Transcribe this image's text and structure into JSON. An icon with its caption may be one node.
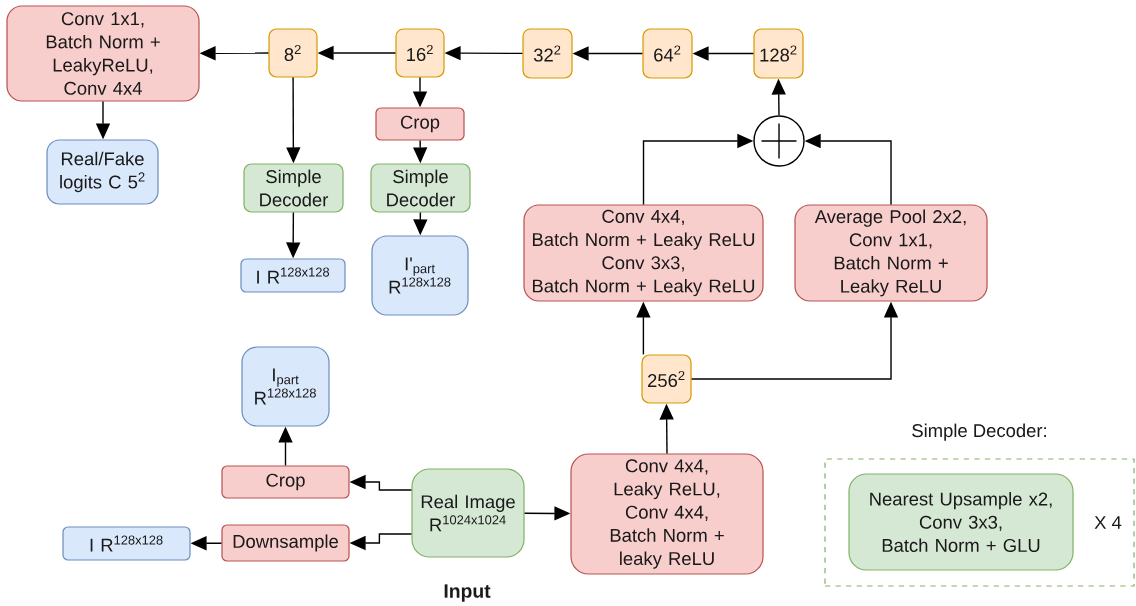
{
  "diagram": {
    "nodes": [
      {
        "text": [
          "Conv 1x1,",
          "Batch Norm + LeakyReLU,",
          "Conv 4x4"
        ]
      },
      {
        "text": [
          "8$^{2}$"
        ]
      },
      {
        "text": [
          "16$^{2}$"
        ]
      },
      {
        "text": [
          "32$^{2}$"
        ]
      },
      {
        "text": [
          "64$^{2}$"
        ]
      },
      {
        "text": [
          "128$^{2}$"
        ]
      },
      {
        "text": [
          "Real/Fake logits C 5$^{2}$"
        ]
      },
      {
        "text": [
          "Simple Decoder"
        ]
      },
      {
        "text": [
          "Crop"
        ]
      },
      {
        "text": [
          "Simple Decoder"
        ]
      },
      {
        "text": [
          "I R$^{128x128}$"
        ]
      },
      {
        "text": [
          "I'$_{part}$ R$^{128x128}$"
        ]
      },
      {
        "text": [],
        "shape": "circle"
      },
      {
        "text": [
          "Conv 4x4,",
          "Batch Norm + Leaky ReLU",
          "Conv 3x3,",
          "Batch Norm + Leaky ReLU"
        ]
      },
      {
        "text": [
          "Average Pool 2x2,",
          "Conv 1x1,",
          "Batch Norm + Leaky ReLU"
        ]
      },
      {
        "text": [
          "256$^{2}$"
        ]
      },
      {
        "text": [
          "I$_{part}$ R$^{128x128}$"
        ]
      },
      {
        "text": [
          "Crop"
        ]
      },
      {
        "text": [
          "Real Image",
          "\\mathrm{R}^{\\mathrm{1024x1024}}"
        ]
      },
      {
        "text": [
          "Conv 4x4,",
          "Leaky ReLU,",
          "Conv 4x4,",
          "Batch Norm + leaky ReLU"
        ]
      },
      {
        "text": [
          "I R$^{128x128}$"
        ]
      },
      {
        "text": [
          "Downsample"
        ]
      },
      {
        "text": [
          "Simple Decoder:",
          "X 4"
        ]
      },
      {
        "text": [
          "Nearest Upsample x2,",
          "Conv 3x3,",
          "Batch Norm + GLU"
        ],
        "in": 22
      }
    ],
    "edges": [
      {
        "from": 1,
        "to": 0,
        "arrow": "to"
      },
      {
        "from": 2,
        "to": 1,
        "arrow": "to"
      },
      {
        "from": 3,
        "to": 2,
        "arrow": "to"
      },
      {
        "from": 4,
        "to": 3,
        "arrow": "to"
      },
      {
        "from": 5,
        "to": 4,
        "arrow": "to"
      },
      {
        "from": 12,
        "to": 5,
        "arrow": "to"
      },
      {
        "from": 13,
        "to": 12,
        "arrow": "to"
      },
      {
        "from": 14,
        "to": 12,
        "arrow": "to"
      },
      {
        "from": 15,
        "to": 13,
        "arrow": "to"
      },
      {
        "from": 15,
        "to": 14,
        "arrow": "to"
      },
      {
        "from": 19,
        "to": 15,
        "arrow": "to"
      },
      {
        "from": 18,
        "to": 19,
        "arrow": "to"
      },
      {
        "from": 18,
        "to": 17,
        "arrow": "to"
      },
      {
        "from": 18,
        "to": 21,
        "arrow": "to"
      },
      {
        "from": 21,
        "to": 20,
        "arrow": "to"
      },
      {
        "from": 17,
        "to": 16,
        "arrow": "to"
      },
      {
        "from": 0,
        "to": 6,
        "arrow": "to"
      },
      {
        "from": 1,
        "to": 7,
        "arrow": "to"
      },
      {
        "from": 7,
        "to": 10,
        "arrow": "to"
      },
      {
        "from": 2,
        "to": 8,
        "arrow": "to"
      },
      {
        "from": 8,
        "to": 9,
        "arrow": "to"
      },
      {
        "from": 9,
        "to": 11,
        "arrow": "to"
      }
    ],
    "labels": [
      "Input"
    ]
  }
}
